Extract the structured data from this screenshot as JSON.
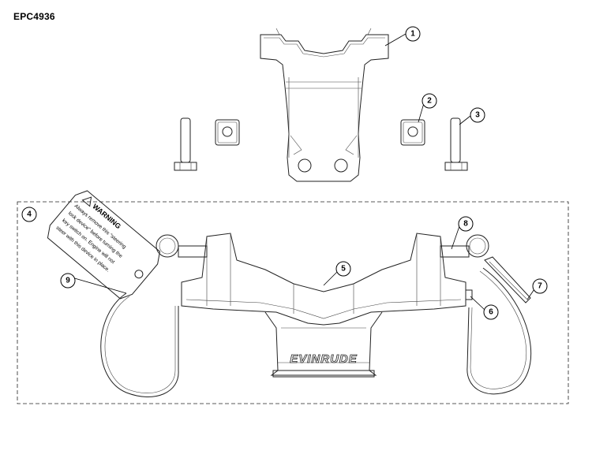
{
  "diagram": {
    "code": "EPC4936",
    "brand_text": "EVINRUDE",
    "tag_title": "WARNING",
    "tag_lines": [
      "Always remove this \"steering",
      "lock device\" before turning the",
      "key switch on. Engine will not",
      "steer with this device in place."
    ],
    "callouts": [
      "1",
      "2",
      "3",
      "4",
      "5",
      "6",
      "7",
      "8",
      "9"
    ]
  }
}
